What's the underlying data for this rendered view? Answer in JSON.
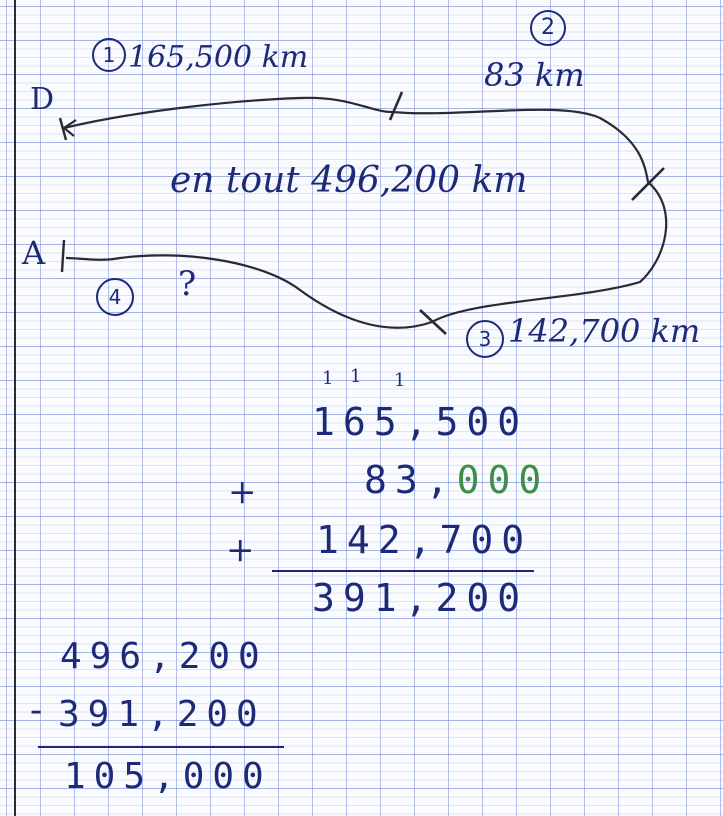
{
  "route": {
    "point_d": "D",
    "point_a": "A",
    "leg1": {
      "marker": "1",
      "distance": "165,500 km"
    },
    "leg2": {
      "marker": "2",
      "distance": "83 km"
    },
    "leg3": {
      "marker": "3",
      "distance": "142,700 km"
    },
    "leg4": {
      "marker": "4",
      "distance": "?"
    },
    "total": "en tout 496,200 km"
  },
  "addition": {
    "carries": [
      "1",
      "1",
      "1"
    ],
    "row1": {
      "whole": "165",
      "sep": ",",
      "dec": "500"
    },
    "row2": {
      "sign": "+",
      "whole": "83",
      "sep": ",",
      "dec": "000"
    },
    "row3": {
      "sign": "+",
      "whole": "142",
      "sep": ",",
      "dec": "700"
    },
    "result": {
      "whole": "391",
      "sep": ",",
      "dec": "200"
    }
  },
  "subtraction": {
    "row1": "496,200",
    "row2": {
      "sign": "-",
      "value": "391,200"
    },
    "result": "105,000"
  }
}
